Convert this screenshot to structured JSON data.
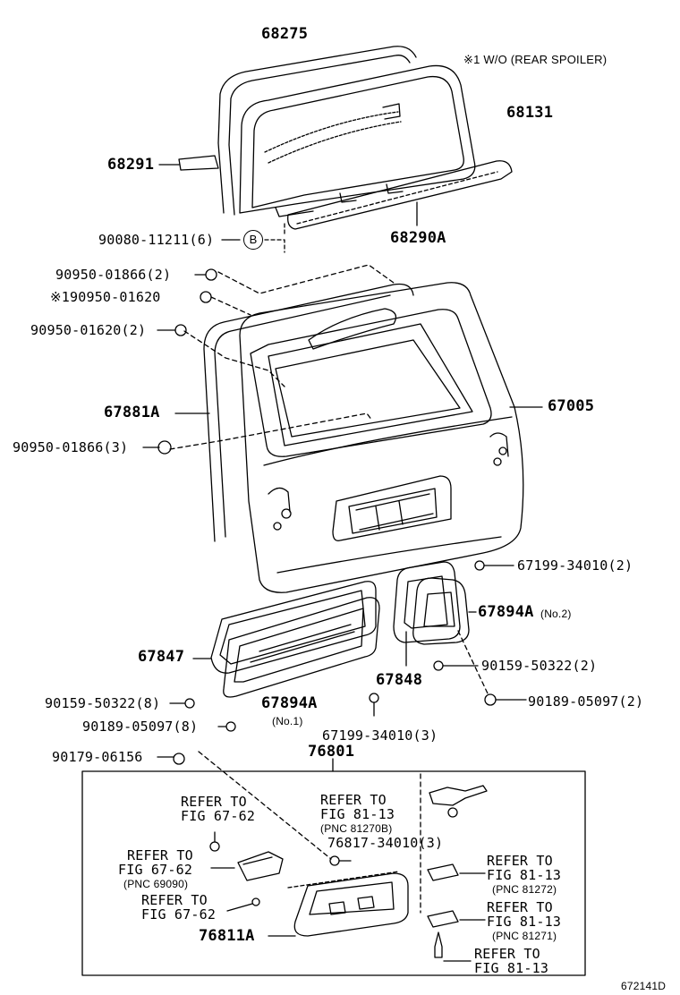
{
  "note": "※1  W/O (REAR SPOILER)",
  "diagram_code": "672141D",
  "marker_b": "B",
  "parts": {
    "p68275": "68275",
    "p68131": "68131",
    "p68291": "68291",
    "p68290A": "68290A",
    "p90080": "90080-11211(6)",
    "p90950_01866_2": "90950-01866(2)",
    "p90950_01620_x1": "※190950-01620",
    "p90950_01620_2": "90950-01620(2)",
    "p67881A": "67881A",
    "p67005": "67005",
    "p90950_01866_3": "90950-01866(3)",
    "p67199_2": "67199-34010(2)",
    "p67894A_no2": "67894A",
    "p67894A_no2_tag": "(No.2)",
    "p67847": "67847",
    "p67848": "67848",
    "p90159_2": "90159-50322(2)",
    "p90159_8": "90159-50322(8)",
    "p67894A_no1": "67894A",
    "p67894A_no1_tag": "(No.1)",
    "p90189_8": "90189-05097(8)",
    "p90189_2": "90189-05097(2)",
    "p67199_3": "67199-34010(3)",
    "p90179": "90179-06156",
    "p76801": "76801",
    "p76817": "76817-34010(3)",
    "p76811A": "76811A"
  },
  "refs": {
    "r1_line1": "REFER TO",
    "r1_line2": "FIG 67-62",
    "r2_line1": "REFER TO",
    "r2_line2": "FIG 81-13",
    "r2_line3": "(PNC 81270B)",
    "r3_line1": "REFER TO",
    "r3_line2": "FIG 67-62",
    "r3_line3": "(PNC 69090)",
    "r4_line1": "REFER TO",
    "r4_line2": "FIG 67-62",
    "r5_line1": "REFER TO",
    "r5_line2": "FIG 81-13",
    "r5_line3": "(PNC 81272)",
    "r6_line1": "REFER TO",
    "r6_line2": "FIG 81-13",
    "r6_line3": "(PNC 81271)",
    "r7_line1": "REFER TO",
    "r7_line2": "FIG 81-13"
  }
}
